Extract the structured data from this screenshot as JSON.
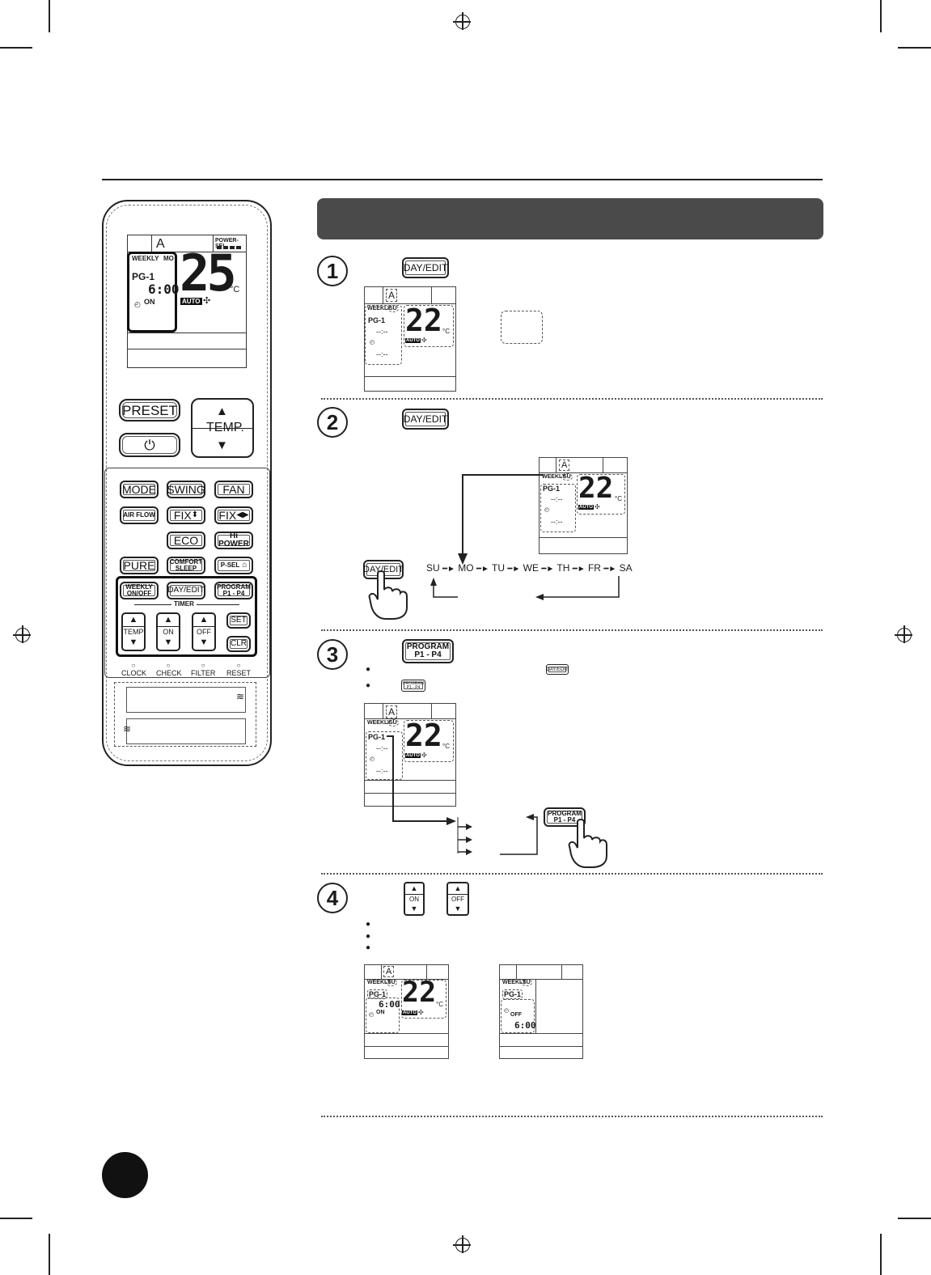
{
  "remote": {
    "lcd": {
      "mode_letter": "A",
      "power_sel": "POWER-SEL",
      "weekly": "WEEKLY",
      "day": "MO",
      "program": "PG-1",
      "time": "6:00",
      "on_label": "ON",
      "temperature": "25",
      "unit": "°C",
      "auto": "AUTO"
    },
    "buttons": {
      "preset": "PRESET",
      "temp": "TEMP.",
      "mode": "MODE",
      "swing": "SWING",
      "fan": "FAN",
      "air_flow": "AIR FLOW",
      "fix_ud": "FIX",
      "fix_lr": "FIX",
      "eco": "ECO",
      "hi_power": "Hi POWER",
      "pure": "PURE",
      "comfort_sleep_1": "COMFORT",
      "comfort_sleep_2": "SLEEP",
      "p_sel": "P-SEL",
      "weekly_1": "WEEKLY",
      "weekly_2": "ON/OFF",
      "day_edit": "DAY/EDIT",
      "program_1": "PROGRAM",
      "program_2": "P1 - P4",
      "timer": "TIMER",
      "timer_temp": "TEMP",
      "timer_on": "ON",
      "timer_off": "OFF",
      "set": "SET",
      "clr": "CLR"
    },
    "indicators": [
      "CLOCK",
      "CHECK",
      "FILTER",
      "RESET"
    ]
  },
  "steps": [
    {
      "number": "1",
      "button": "DAY/EDIT"
    },
    {
      "number": "2",
      "button": "DAY/EDIT"
    },
    {
      "number": "3",
      "button_1": "PROGRAM",
      "button_2": "P1 - P4"
    },
    {
      "number": "4",
      "button_on": "ON",
      "button_off": "OFF"
    }
  ],
  "lcd_small": {
    "mode": "A",
    "weekly": "WEEKLY",
    "day": "SU",
    "program": "PG-1",
    "blank_time": "--:--",
    "temp": "22",
    "unit": "°C",
    "auto": "AUTO",
    "time": "6:00",
    "on": "ON",
    "off": "OFF"
  },
  "days": [
    "SU",
    "MO",
    "TU",
    "WE",
    "TH",
    "FR",
    "SA"
  ],
  "hand_button": "DAY/EDIT",
  "hand_button_program_1": "PROGRAM",
  "hand_button_program_2": "P1 - P4"
}
